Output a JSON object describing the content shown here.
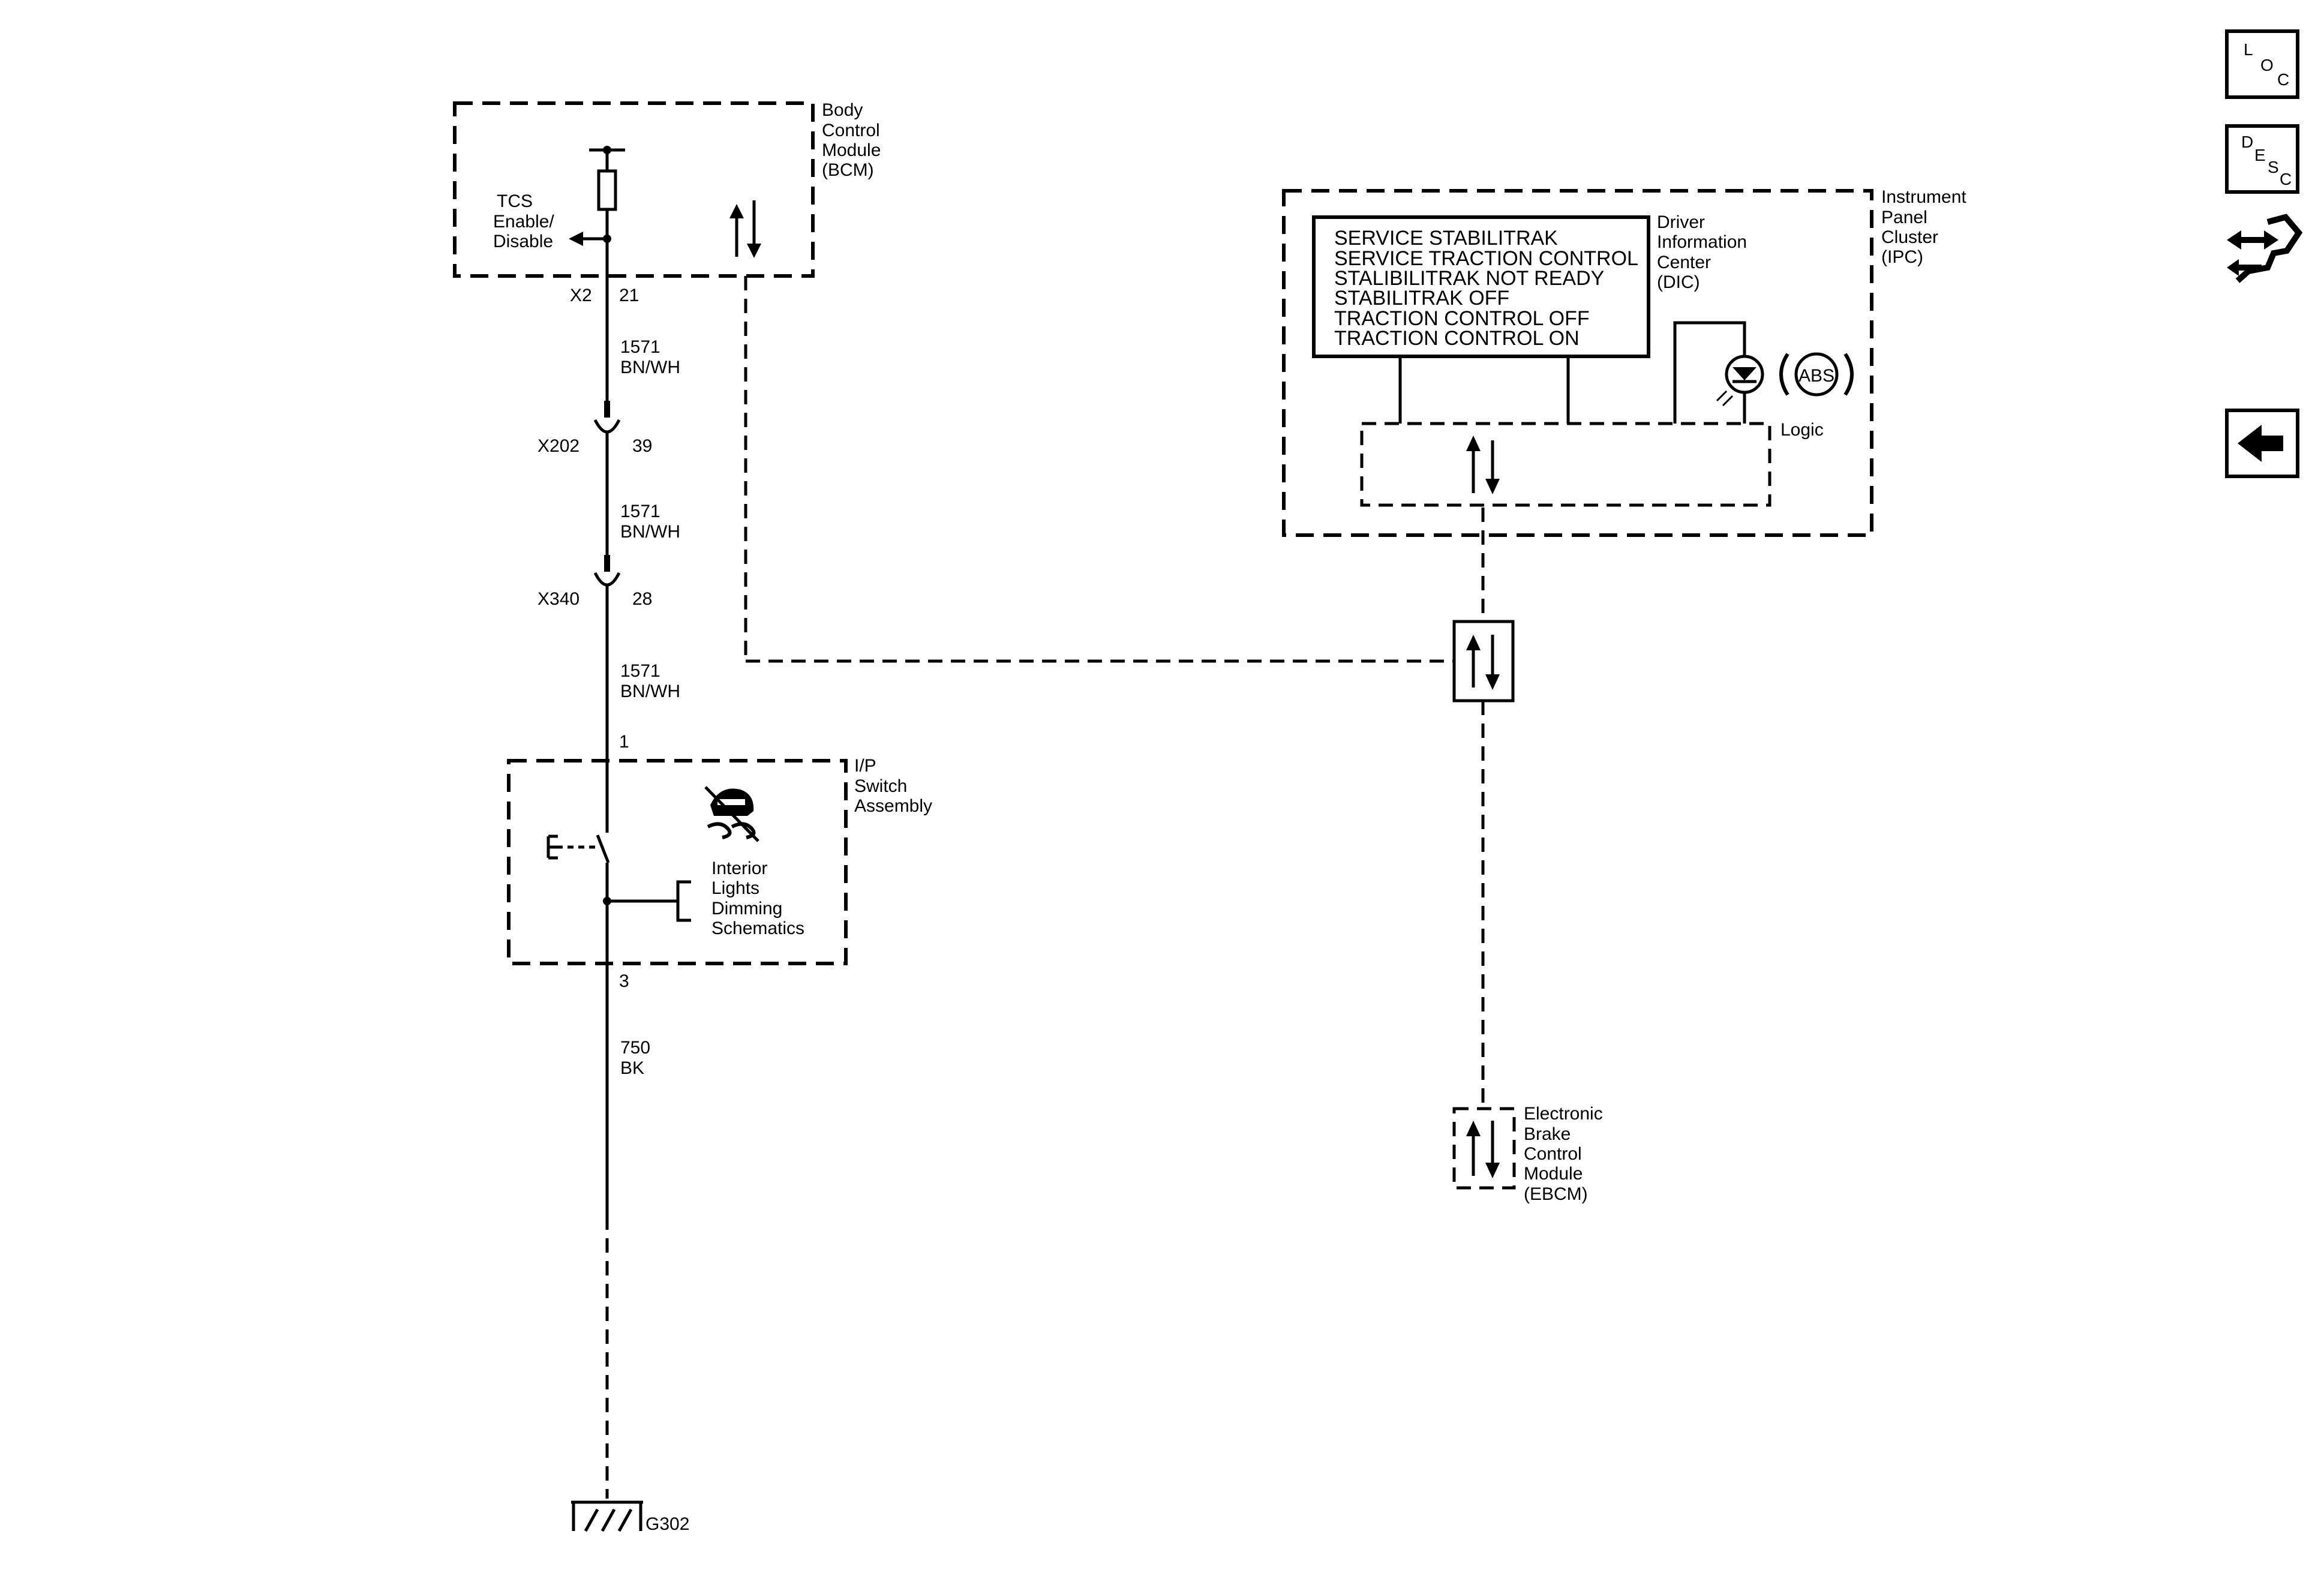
{
  "bcm": {
    "name_lines": [
      "Body",
      "Control",
      "Module",
      "(BCM)"
    ],
    "tcs_lines": [
      "TCS",
      "Enable/",
      "Disable"
    ],
    "connector": "X2",
    "pin": "21"
  },
  "wire_segments": [
    {
      "circuit": "1571",
      "color": "BN/WH"
    },
    {
      "circuit": "1571",
      "color": "BN/WH"
    },
    {
      "circuit": "1571",
      "color": "BN/WH"
    }
  ],
  "inline_connectors": [
    {
      "name": "X202",
      "pin": "39"
    },
    {
      "name": "X340",
      "pin": "28"
    }
  ],
  "ip_switch": {
    "name_lines": [
      "I/P",
      "Switch",
      "Assembly"
    ],
    "pin_top": "1",
    "pin_bottom": "3",
    "ref_lines": [
      "Interior",
      "Lights",
      "Dimming",
      "Schematics"
    ]
  },
  "ground_wire": {
    "circuit": "750",
    "color": "BK"
  },
  "ground": {
    "name": "G302"
  },
  "ipc": {
    "name_lines": [
      "Instrument",
      "Panel",
      "Cluster",
      "(IPC)"
    ],
    "dic_lines": [
      "Driver",
      "Information",
      "Center",
      "(DIC)"
    ],
    "messages": [
      "SERVICE STABILITRAK",
      "SERVICE TRACTION CONTROL",
      "STALIBILITRAK NOT READY",
      "STABILITRAK OFF",
      "TRACTION CONTROL OFF",
      "TRACTION CONTROL ON"
    ],
    "logic_label": "Logic",
    "abs_label": "ABS"
  },
  "ebcm": {
    "name_lines": [
      "Electronic",
      "Brake",
      "Control",
      "Module",
      "(EBCM)"
    ]
  },
  "nav": {
    "loc_letters": [
      "L",
      "O",
      "C"
    ],
    "desc_letters": [
      "D",
      "E",
      "S",
      "C"
    ]
  }
}
